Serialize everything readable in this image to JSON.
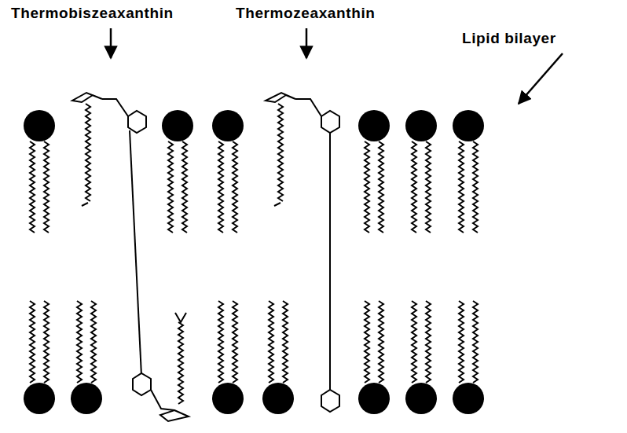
{
  "diagram": {
    "labels": [
      "Thermobiszeaxanthin",
      "Thermozeaxanthin",
      "Lipid bilayer"
    ]
  }
}
